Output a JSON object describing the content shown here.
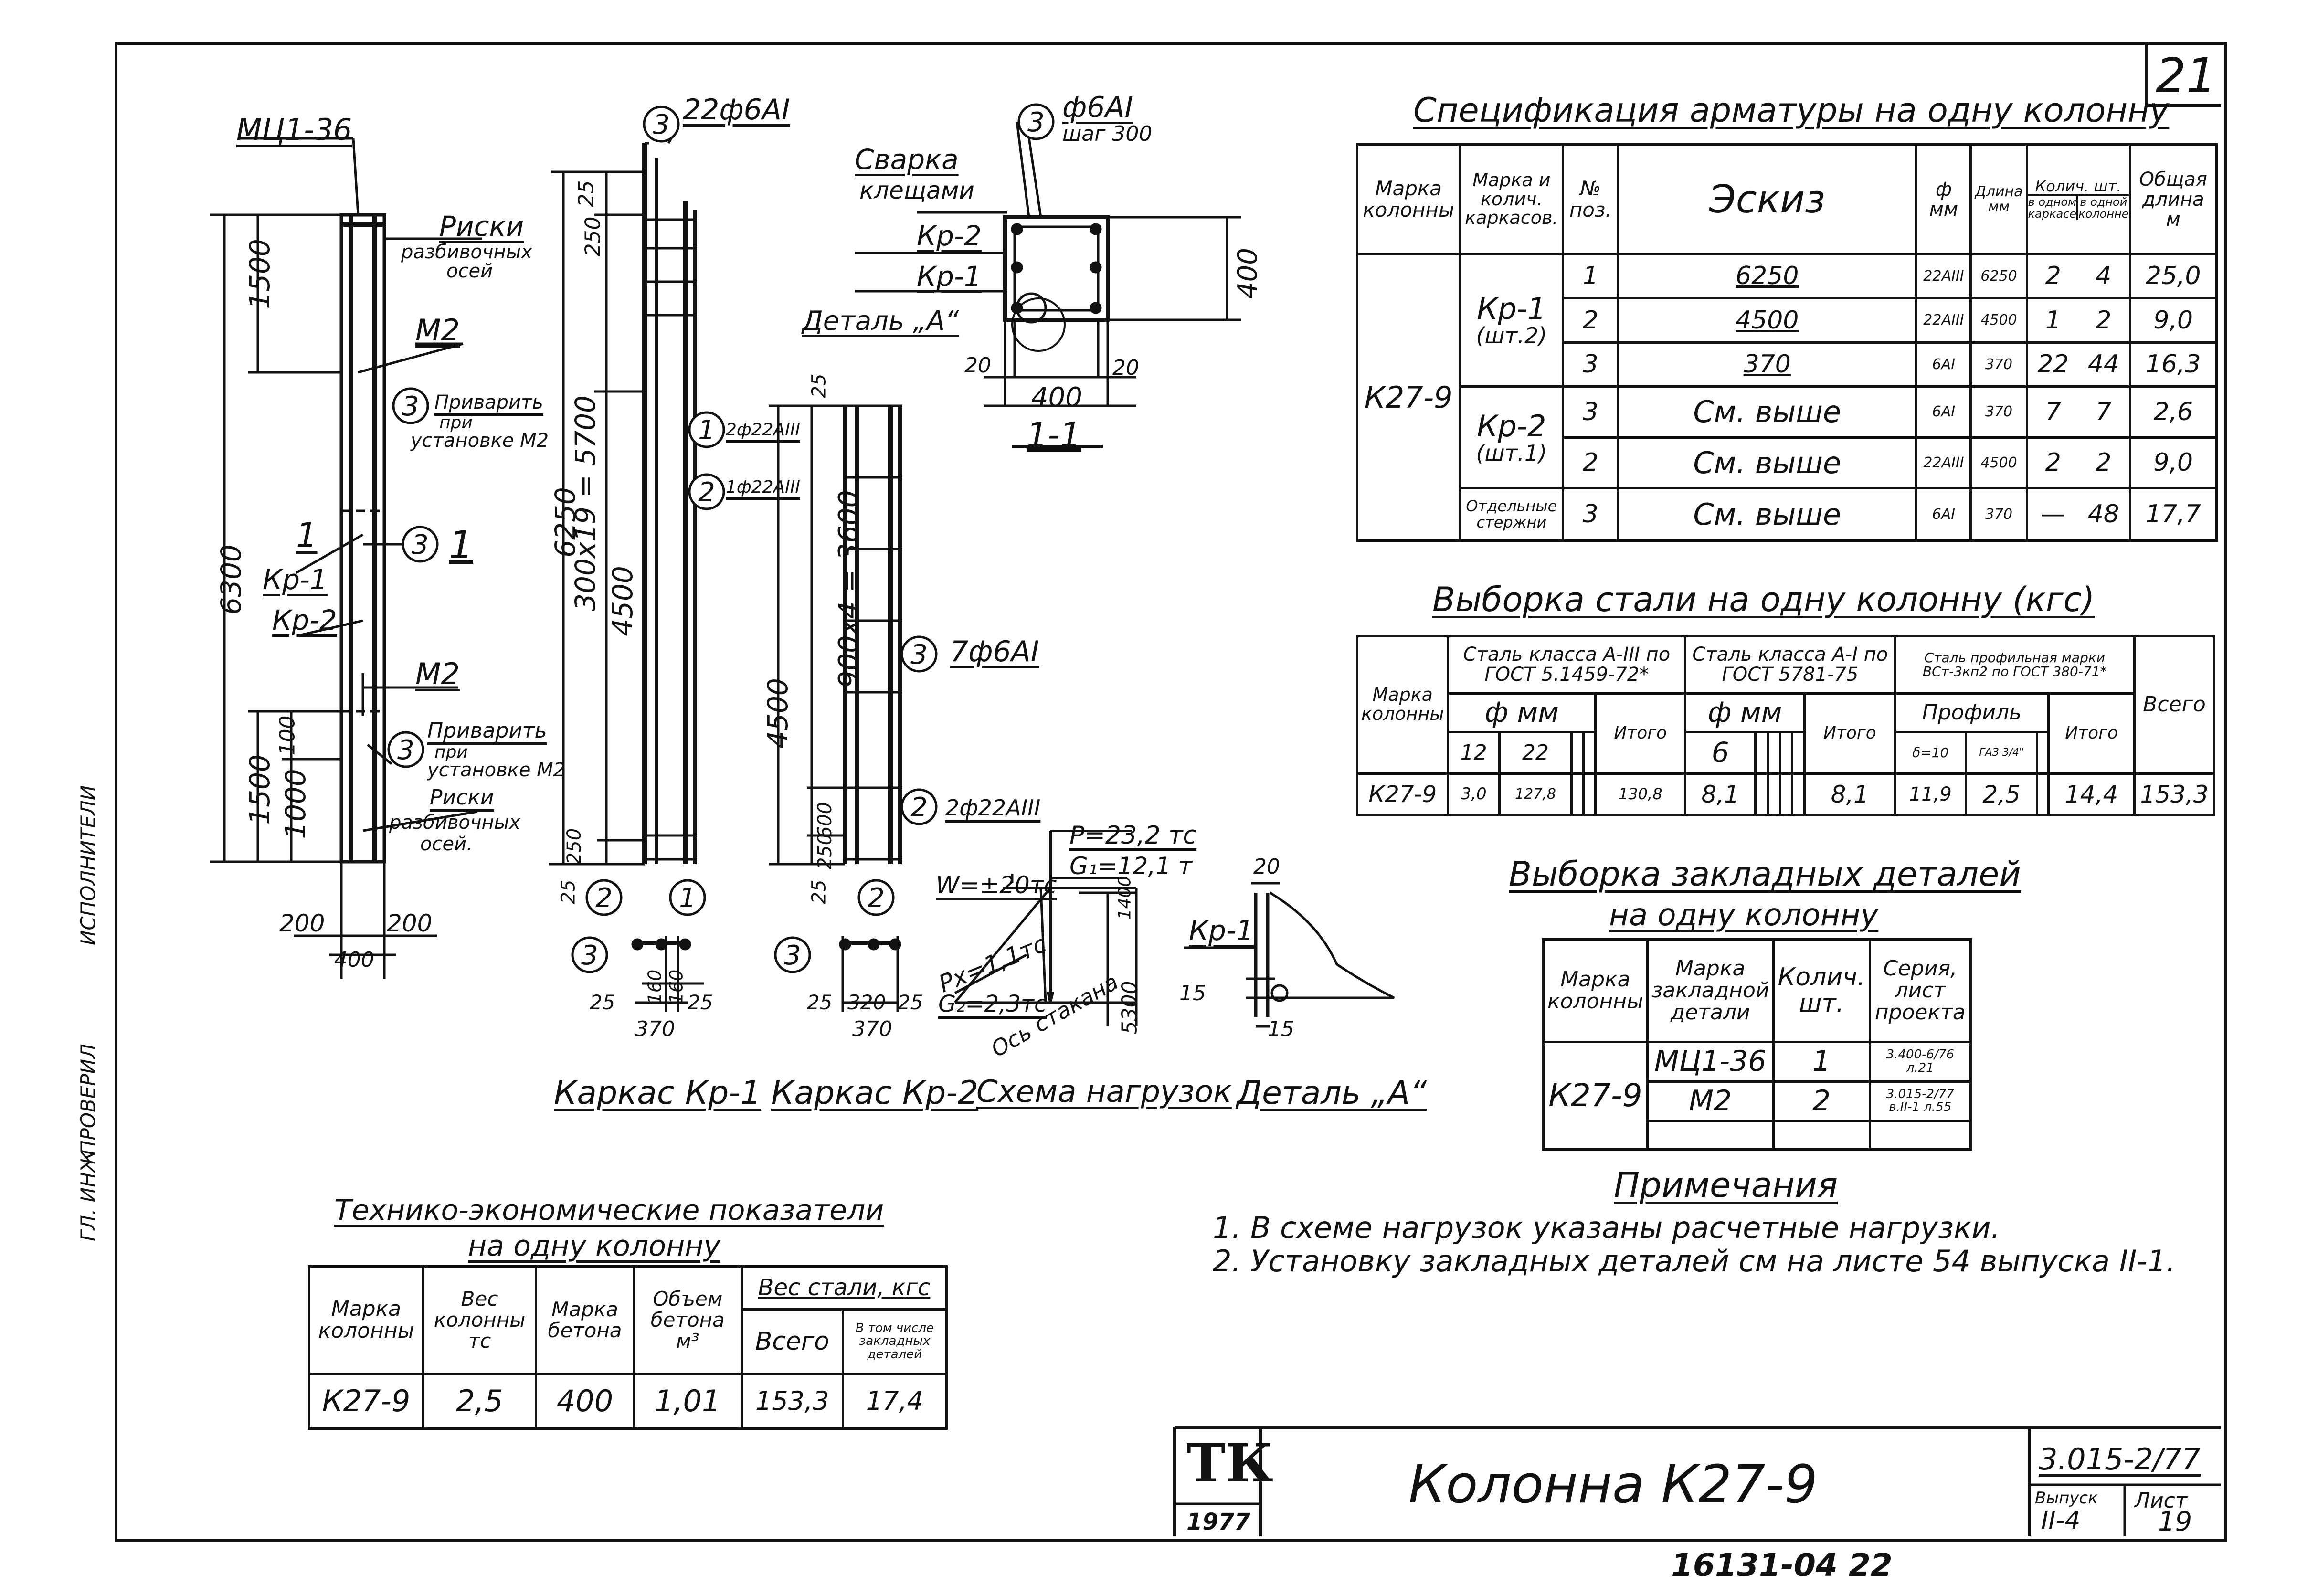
{
  "sheet": {
    "number": "21",
    "bottom_code": "16131-04  22",
    "side_left_texts": [
      "ИСПОЛНИТЕЛИ",
      "ПРОВЕРИЛ",
      "ГЛ. ИНЖ"
    ]
  },
  "drawings": {
    "col_labels": {
      "mark_top": "МЦ1-36",
      "riski1": "Риски",
      "riski1b": "разбивочных",
      "riski1c": "осей",
      "m2a": "М2",
      "privarit1": "Приварить",
      "privarit1b": "при",
      "privarit1c": "установке М2",
      "sec1": "1",
      "kp1": "Кр-1",
      "kp2": "Кр-2",
      "m2b": "М2",
      "privarit2": "Приварить",
      "privarit2b": "при",
      "privarit2c": "установке М2",
      "riski2": "Риски",
      "riski2b": "разбивочных",
      "riski2c": "осей.",
      "d6300": "6300",
      "d1500a": "1500",
      "d1500b": "1500",
      "d100": "100",
      "d1000": "1000",
      "d200a": "200",
      "d200b": "200",
      "d400": "400",
      "circ3": "3",
      "circ1": "1"
    },
    "kp1": {
      "top_label": "22ф6АI",
      "d6250": "6250",
      "d250": "250",
      "d25": "25",
      "d300x19": "300х19 = 5700",
      "d4500": "4500",
      "d250b": "250",
      "d25b": "25",
      "l1": "2ф22АIII",
      "l2": "1ф22АIII",
      "b25a": "25",
      "b160a": "160",
      "b160b": "160",
      "b25b": "25",
      "b370": "370",
      "caption": "Каркас Кр-1"
    },
    "kp2": {
      "d25": "25",
      "d4500": "4500",
      "d900x4": "900х4 = 3600",
      "d600": "600",
      "d250": "250",
      "d25b": "25",
      "l3": "7ф6АI",
      "l2": "2ф22АIII",
      "b25a": "25",
      "b320": "320",
      "b25b": "25",
      "b370": "370",
      "caption": "Каркас Кр-2"
    },
    "section": {
      "top_label": "ф6АI",
      "top_label2": "шаг 300",
      "svarka": "Сварка",
      "svarka2": "клещами",
      "kp2": "Кр-2",
      "kp1": "Кр-1",
      "detal": "Деталь „А“",
      "d400v": "400",
      "d400h": "400",
      "d20a": "20",
      "d20b": "20",
      "caption": "1-1"
    },
    "loads": {
      "p": "Р=23,2 тс",
      "g1": "G₁=12,1 т",
      "w": "W=±20тс",
      "px": "Рх=1,1тс",
      "g2": "G₂=2,3тс",
      "os": "Ось стакана",
      "d1400": "1400",
      "d5300": "5300",
      "caption": "Схема нагрузок"
    },
    "detail": {
      "d20": "20",
      "kp1": "Кр-1",
      "d15a": "15",
      "d15b": "15",
      "caption": "Деталь „А“"
    }
  },
  "spec_table": {
    "title": "Спецификация арматуры на одну колонну",
    "headers": {
      "mark": "Марка колонны",
      "frame": "Марка и колич. каркасов.",
      "pos": "№ поз.",
      "sketch": "Эскиз",
      "dia": "ф мм",
      "len": "Длина мм",
      "qty": "Колич. шт.",
      "qty1": "в одном каркасе",
      "qty2": "в одной колонне",
      "total": "Общая длина м"
    },
    "col_mark": "К27-9",
    "rows": [
      {
        "frame": "Кр-1",
        "frame2": "(шт.2)",
        "pos": "1",
        "sketch": "6250",
        "dia": "22АIII",
        "len": "6250",
        "q1": "2",
        "q2": "4",
        "total": "25,0"
      },
      {
        "frame": "",
        "frame2": "",
        "pos": "2",
        "sketch": "4500",
        "dia": "22АIII",
        "len": "4500",
        "q1": "1",
        "q2": "2",
        "total": "9,0"
      },
      {
        "frame": "",
        "frame2": "",
        "pos": "3",
        "sketch": "370",
        "dia": "6АI",
        "len": "370",
        "q1": "22",
        "q2": "44",
        "total": "16,3"
      },
      {
        "frame": "Кр-2",
        "frame2": "(шт.1)",
        "pos": "3",
        "sketch": "См. выше",
        "dia": "6АI",
        "len": "370",
        "q1": "7",
        "q2": "7",
        "total": "2,6"
      },
      {
        "frame": "",
        "frame2": "",
        "pos": "2",
        "sketch": "См. выше",
        "dia": "22АIII",
        "len": "4500",
        "q1": "2",
        "q2": "2",
        "total": "9,0"
      },
      {
        "frame": "Отдельные",
        "frame2": "стержни",
        "pos": "3",
        "sketch": "См. выше",
        "dia": "6АI",
        "len": "370",
        "q1": "—",
        "q2": "48",
        "total": "17,7"
      }
    ]
  },
  "steel_table": {
    "title": "Выборка стали на одну колонну (кгс)",
    "mark_header": "Марка колонны",
    "g1": "Сталь класса А-III по ГОСТ 5.1459-72*",
    "g2": "Сталь класса А-I по ГОСТ 5781-75",
    "g3": "Сталь профильная марки ВСт-3кп2 по ГОСТ 380-71*",
    "fmm1": "ф мм",
    "fmm2": "ф мм",
    "profile": "Профиль",
    "itogo": "Итого",
    "vsego": "Всего",
    "d12": "12",
    "d22": "22",
    "d6": "6",
    "p1": "δ=10",
    "p2": "ГАЗ 3/4\"",
    "row": {
      "mark": "К27-9",
      "v12": "3,0",
      "v22": "127,8",
      "it1": "130,8",
      "v6": "8,1",
      "it2": "8,1",
      "pr1": "11,9",
      "pr2": "2,5",
      "it3": "14,4",
      "all": "153,3"
    }
  },
  "embed_table": {
    "title": "Выборка закладных деталей",
    "title2": "на одну колонну",
    "headers": {
      "mark": "Марка колонны",
      "emb": "Марка закладной детали",
      "qty": "Колич. шт.",
      "series": "Серия, лист проекта"
    },
    "col_mark": "К27-9",
    "rows": [
      {
        "emb": "МЦ1-36",
        "qty": "1",
        "series": "3.400-6/76 л.21"
      },
      {
        "emb": "М2",
        "qty": "2",
        "series": "3.015-2/77 в.II-1 л.55"
      }
    ]
  },
  "notes": {
    "title": "Примечания",
    "n1": "1. В схеме нагрузок указаны расчетные нагрузки.",
    "n2": "2. Установку закладных деталей см на листе 54 выпуска II-1."
  },
  "tech_table": {
    "title": "Технико-экономические показатели",
    "title2": "на одну колонну",
    "headers": {
      "mark": "Марка колонны",
      "weight": "Вес колонны тс",
      "concrete": "Марка бетона",
      "volume": "Объем бетона м³",
      "steel": "Вес стали, кгс",
      "steel_all": "Всего",
      "steel_emb": "В том числе закладных деталей"
    },
    "row": {
      "mark": "К27-9",
      "weight": "2,5",
      "concrete": "400",
      "volume": "1,01",
      "steel_all": "153,3",
      "steel_emb": "17,4"
    }
  },
  "stamp": {
    "logo": "ТК",
    "year": "1977",
    "title": "Колонна К27-9",
    "code": "3.015-2/77",
    "issue_label": "Выпуск",
    "issue": "II-4",
    "sheet_label": "Лист",
    "sheet": "19"
  }
}
